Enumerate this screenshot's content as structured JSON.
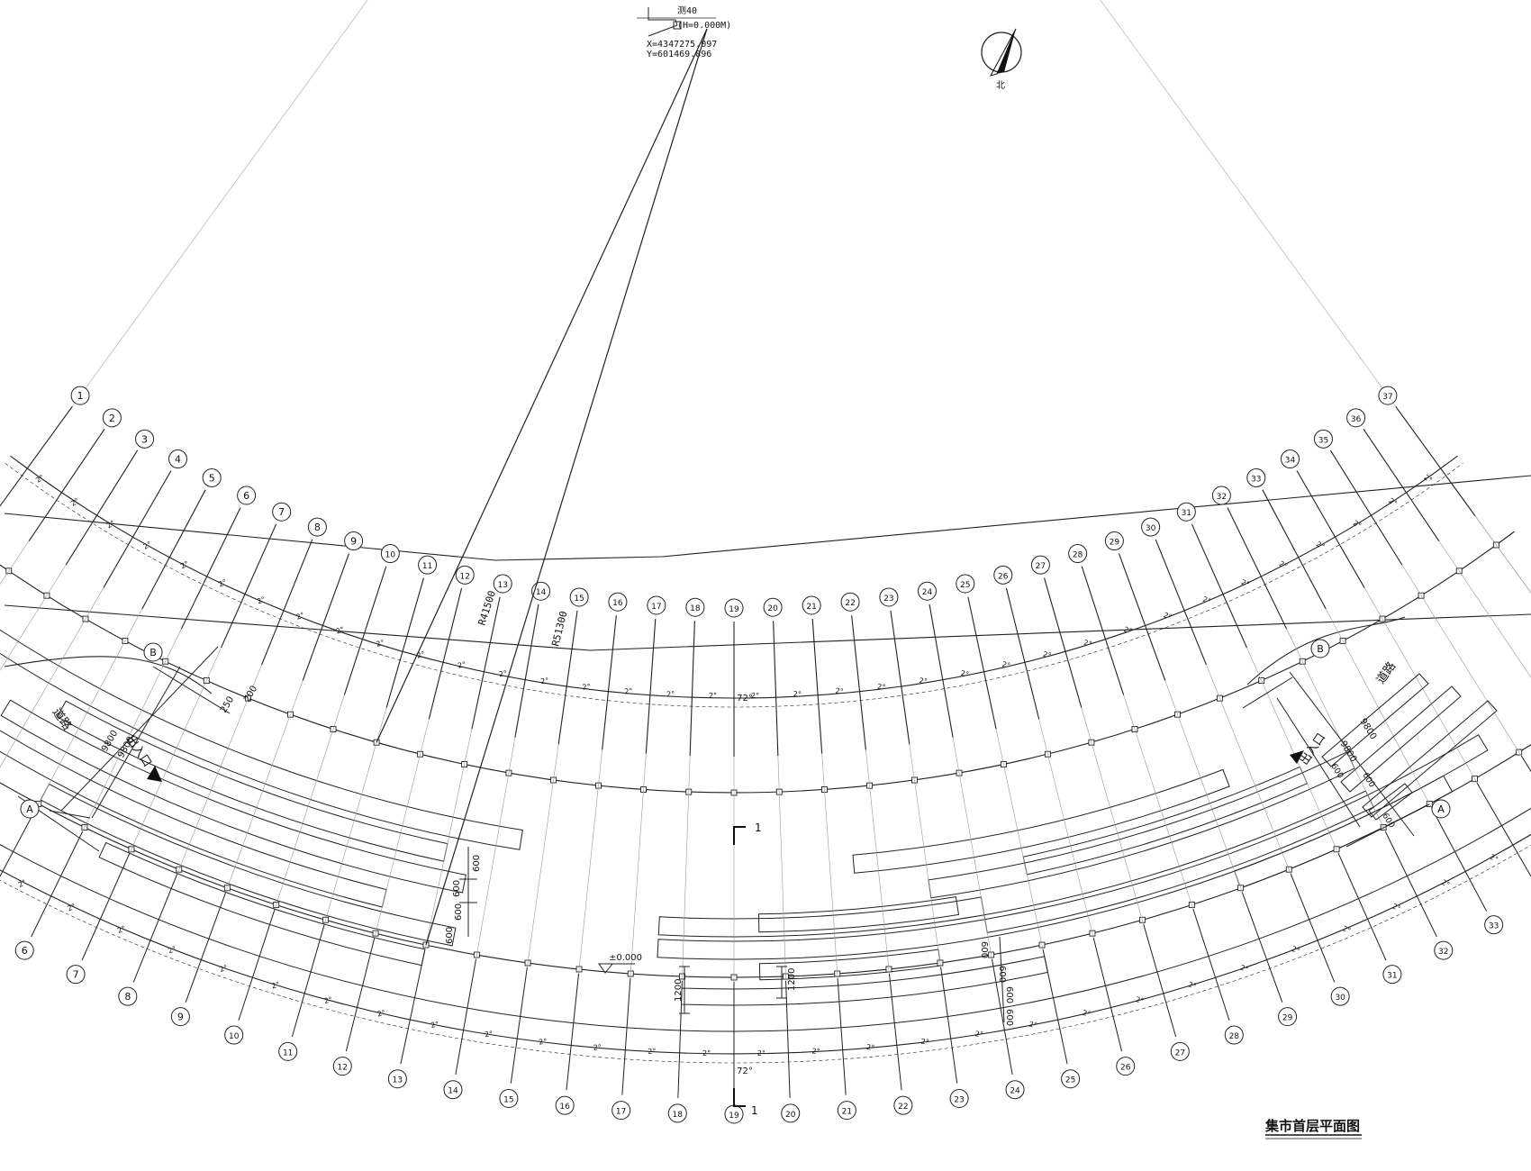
{
  "control_point": {
    "name": "测40",
    "elevation": "(H=0.000M)",
    "x_coord": "X=4347275.097",
    "y_coord": "Y=601469.896"
  },
  "angles": {
    "total": "72°",
    "bay": "2°"
  },
  "radii": {
    "inner": "R41500",
    "outer": "R51300"
  },
  "north_label": "北",
  "axes": {
    "radial_labels": [
      "1",
      "2",
      "3",
      "4",
      "5",
      "6",
      "7",
      "8",
      "9",
      "10",
      "11",
      "12",
      "13",
      "14",
      "15",
      "16",
      "17",
      "18",
      "19",
      "20",
      "21",
      "22",
      "23",
      "24",
      "25",
      "26",
      "27",
      "28",
      "29",
      "30",
      "31",
      "32",
      "33",
      "34",
      "35",
      "36",
      "37"
    ],
    "arc_labels": {
      "a": "A",
      "b": "B"
    }
  },
  "dimensions": {
    "depth": "9800",
    "offset_250": "250",
    "offset_200": "200",
    "stall_gap": "600",
    "aisle": "1200"
  },
  "roads": {
    "left": "道路",
    "right": "道路"
  },
  "entrances": {
    "left": "出入口",
    "right": "出入口"
  },
  "level_mark": "±0.000",
  "section_mark": "1",
  "drawing_title": "集市首层平面图"
}
